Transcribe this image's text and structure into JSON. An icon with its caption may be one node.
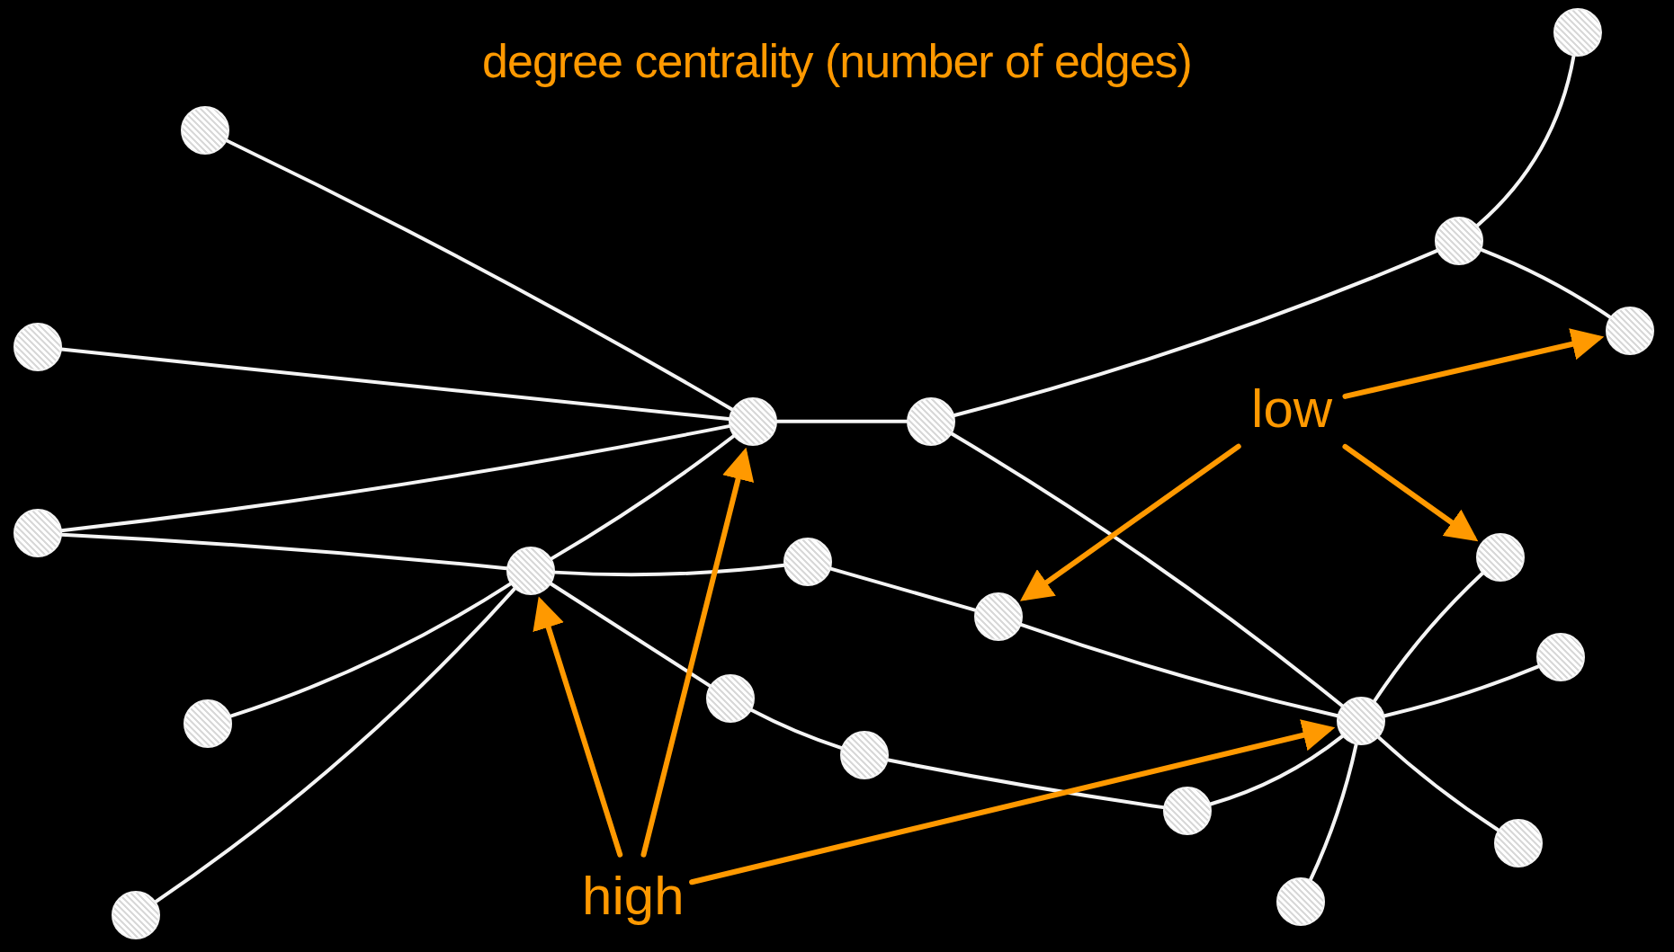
{
  "diagram": {
    "title": "degree centrality (number of edges)",
    "nodes": [
      {
        "text": [],
        "shape": "circle"
      },
      {
        "text": [],
        "shape": "circle"
      },
      {
        "text": [],
        "shape": "circle"
      },
      {
        "text": [],
        "shape": "circle"
      },
      {
        "text": [],
        "shape": "circle"
      },
      {
        "text": [
          "low"
        ]
      },
      {
        "text": [],
        "shape": "circle"
      },
      {
        "text": [],
        "shape": "circle"
      },
      {
        "text": [],
        "shape": "circle"
      },
      {
        "text": [],
        "shape": "circle"
      },
      {
        "text": [],
        "shape": "circle"
      },
      {
        "text": [],
        "shape": "circle"
      },
      {
        "text": [],
        "shape": "circle"
      },
      {
        "text": [],
        "shape": "circle"
      },
      {
        "text": [],
        "shape": "circle"
      },
      {
        "text": [],
        "shape": "circle"
      },
      {
        "text": [],
        "shape": "circle"
      },
      {
        "text": [],
        "shape": "circle"
      },
      {
        "text": [],
        "shape": "circle"
      },
      {
        "text": [],
        "shape": "circle"
      },
      {
        "text": [
          "high"
        ]
      },
      {
        "text": [],
        "shape": "circle"
      },
      {
        "text": [],
        "shape": "circle"
      }
    ],
    "edges": [
      {
        "from": 1,
        "to": 6,
        "arrow": "none"
      },
      {
        "from": 4,
        "to": 6,
        "arrow": "none"
      },
      {
        "from": 8,
        "to": 6,
        "arrow": "none"
      },
      {
        "from": 6,
        "to": 7,
        "arrow": "none"
      },
      {
        "from": 8,
        "to": 11,
        "arrow": "none"
      },
      {
        "from": 11,
        "to": 6,
        "arrow": "none"
      },
      {
        "from": 11,
        "to": 16,
        "arrow": "none"
      },
      {
        "from": 11,
        "to": 22,
        "arrow": "none"
      },
      {
        "from": 11,
        "to": 10,
        "arrow": "none"
      },
      {
        "from": 10,
        "to": 12,
        "arrow": "none"
      },
      {
        "from": 12,
        "to": 15,
        "arrow": "none"
      },
      {
        "from": 11,
        "to": 14,
        "arrow": "none"
      },
      {
        "from": 14,
        "to": 17,
        "arrow": "none"
      },
      {
        "from": 17,
        "to": 18,
        "arrow": "none"
      },
      {
        "from": 18,
        "to": 15,
        "arrow": "none"
      },
      {
        "from": 7,
        "to": 2,
        "arrow": "none"
      },
      {
        "from": 7,
        "to": 15,
        "arrow": "none"
      },
      {
        "from": 2,
        "to": 0,
        "arrow": "none"
      },
      {
        "from": 2,
        "to": 3,
        "arrow": "none"
      },
      {
        "from": 15,
        "to": 9,
        "arrow": "none"
      },
      {
        "from": 15,
        "to": 13,
        "arrow": "none"
      },
      {
        "from": 15,
        "to": 19,
        "arrow": "none"
      },
      {
        "from": 15,
        "to": 21,
        "arrow": "none"
      },
      {
        "from": 5,
        "to": 3,
        "arrow": "to",
        "color": "#ff9900"
      },
      {
        "from": 5,
        "to": 12,
        "arrow": "to",
        "color": "#ff9900"
      },
      {
        "from": 5,
        "to": 9,
        "arrow": "to",
        "color": "#ff9900"
      },
      {
        "from": 20,
        "to": 11,
        "arrow": "to",
        "color": "#ff9900"
      },
      {
        "from": 20,
        "to": 6,
        "arrow": "to",
        "color": "#ff9900"
      },
      {
        "from": 20,
        "to": 15,
        "arrow": "to",
        "color": "#ff9900"
      }
    ]
  }
}
